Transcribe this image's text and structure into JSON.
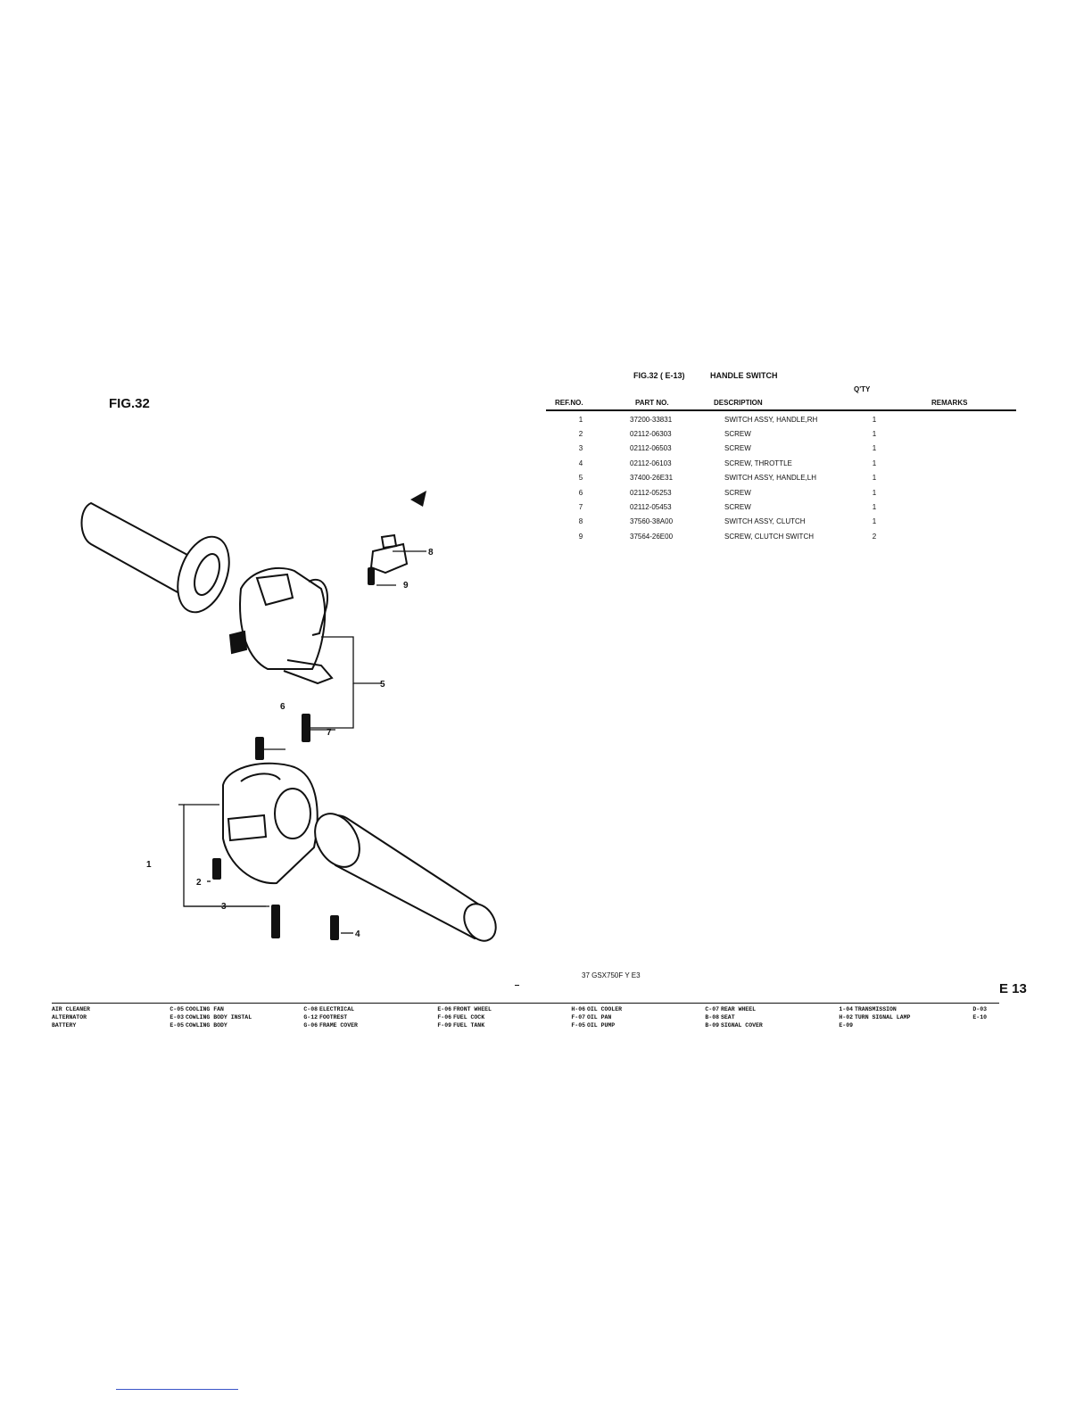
{
  "figure": {
    "label": "FIG.32",
    "callouts": [
      "1",
      "2",
      "3",
      "4",
      "5",
      "6",
      "7",
      "8",
      "9"
    ]
  },
  "table": {
    "title_fig": "FIG.32 ( E-13)",
    "title_name": "HANDLE SWITCH",
    "qty_header": "Q'TY",
    "headers": {
      "ref": "REF.NO.",
      "part": "PART NO.",
      "desc": "DESCRIPTION",
      "remarks": "REMARKS"
    },
    "rows": [
      {
        "ref": "1",
        "part": "37200-33831",
        "desc": "SWITCH ASSY, HANDLE,RH",
        "qty": "1"
      },
      {
        "ref": "2",
        "part": "02112-06303",
        "desc": "SCREW",
        "qty": "1"
      },
      {
        "ref": "3",
        "part": "02112-06503",
        "desc": "SCREW",
        "qty": "1"
      },
      {
        "ref": "4",
        "part": "02112-06103",
        "desc": "SCREW, THROTTLE",
        "qty": "1"
      },
      {
        "ref": "5",
        "part": "37400-26E31",
        "desc": "SWITCH ASSY, HANDLE,LH",
        "qty": "1"
      },
      {
        "ref": "6",
        "part": "02112-05253",
        "desc": "SCREW",
        "qty": "1"
      },
      {
        "ref": "7",
        "part": "02112-05453",
        "desc": "SCREW",
        "qty": "1"
      },
      {
        "ref": "8",
        "part": "37560-38A00",
        "desc": "SWITCH ASSY, CLUTCH",
        "qty": "1"
      },
      {
        "ref": "9",
        "part": "37564-26E00",
        "desc": "SCREW, CLUTCH SWITCH",
        "qty": "2"
      }
    ]
  },
  "footer": {
    "model": "37 GSX750F Y E3",
    "page_number": "E 13"
  },
  "index": [
    [
      {
        "name": "AIR CLEANER",
        "code": "C-05"
      },
      {
        "name": "ALTERNATOR",
        "code": "E-03"
      },
      {
        "name": "BATTERY",
        "code": "E-05"
      }
    ],
    [
      {
        "name": "COOLING FAN",
        "code": "C-08"
      },
      {
        "name": "COWLING BODY INSTAL",
        "code": "G-12"
      },
      {
        "name": "COWLING BODY",
        "code": "G-06"
      }
    ],
    [
      {
        "name": "ELECTRICAL",
        "code": "E-06"
      },
      {
        "name": "FOOTREST",
        "code": "F-06"
      },
      {
        "name": "FRAME COVER",
        "code": "F-09"
      }
    ],
    [
      {
        "name": "FRONT WHEEL",
        "code": "H-06"
      },
      {
        "name": "FUEL COCK",
        "code": "F-07"
      },
      {
        "name": "FUEL TANK",
        "code": "F-05"
      }
    ],
    [
      {
        "name": "OIL COOLER",
        "code": "C-07"
      },
      {
        "name": "OIL PAN",
        "code": "B-08"
      },
      {
        "name": "OIL PUMP",
        "code": "B-09"
      }
    ],
    [
      {
        "name": "REAR WHEEL",
        "code": "1-04"
      },
      {
        "name": "SEAT",
        "code": "H-02"
      },
      {
        "name": "SIGNAL COVER",
        "code": "E-09"
      }
    ],
    [
      {
        "name": "TRANSMISSION",
        "code": "D-03"
      },
      {
        "name": "TURN SIGNAL LAMP",
        "code": "E-10"
      },
      {
        "name": "",
        "code": ""
      }
    ]
  ]
}
